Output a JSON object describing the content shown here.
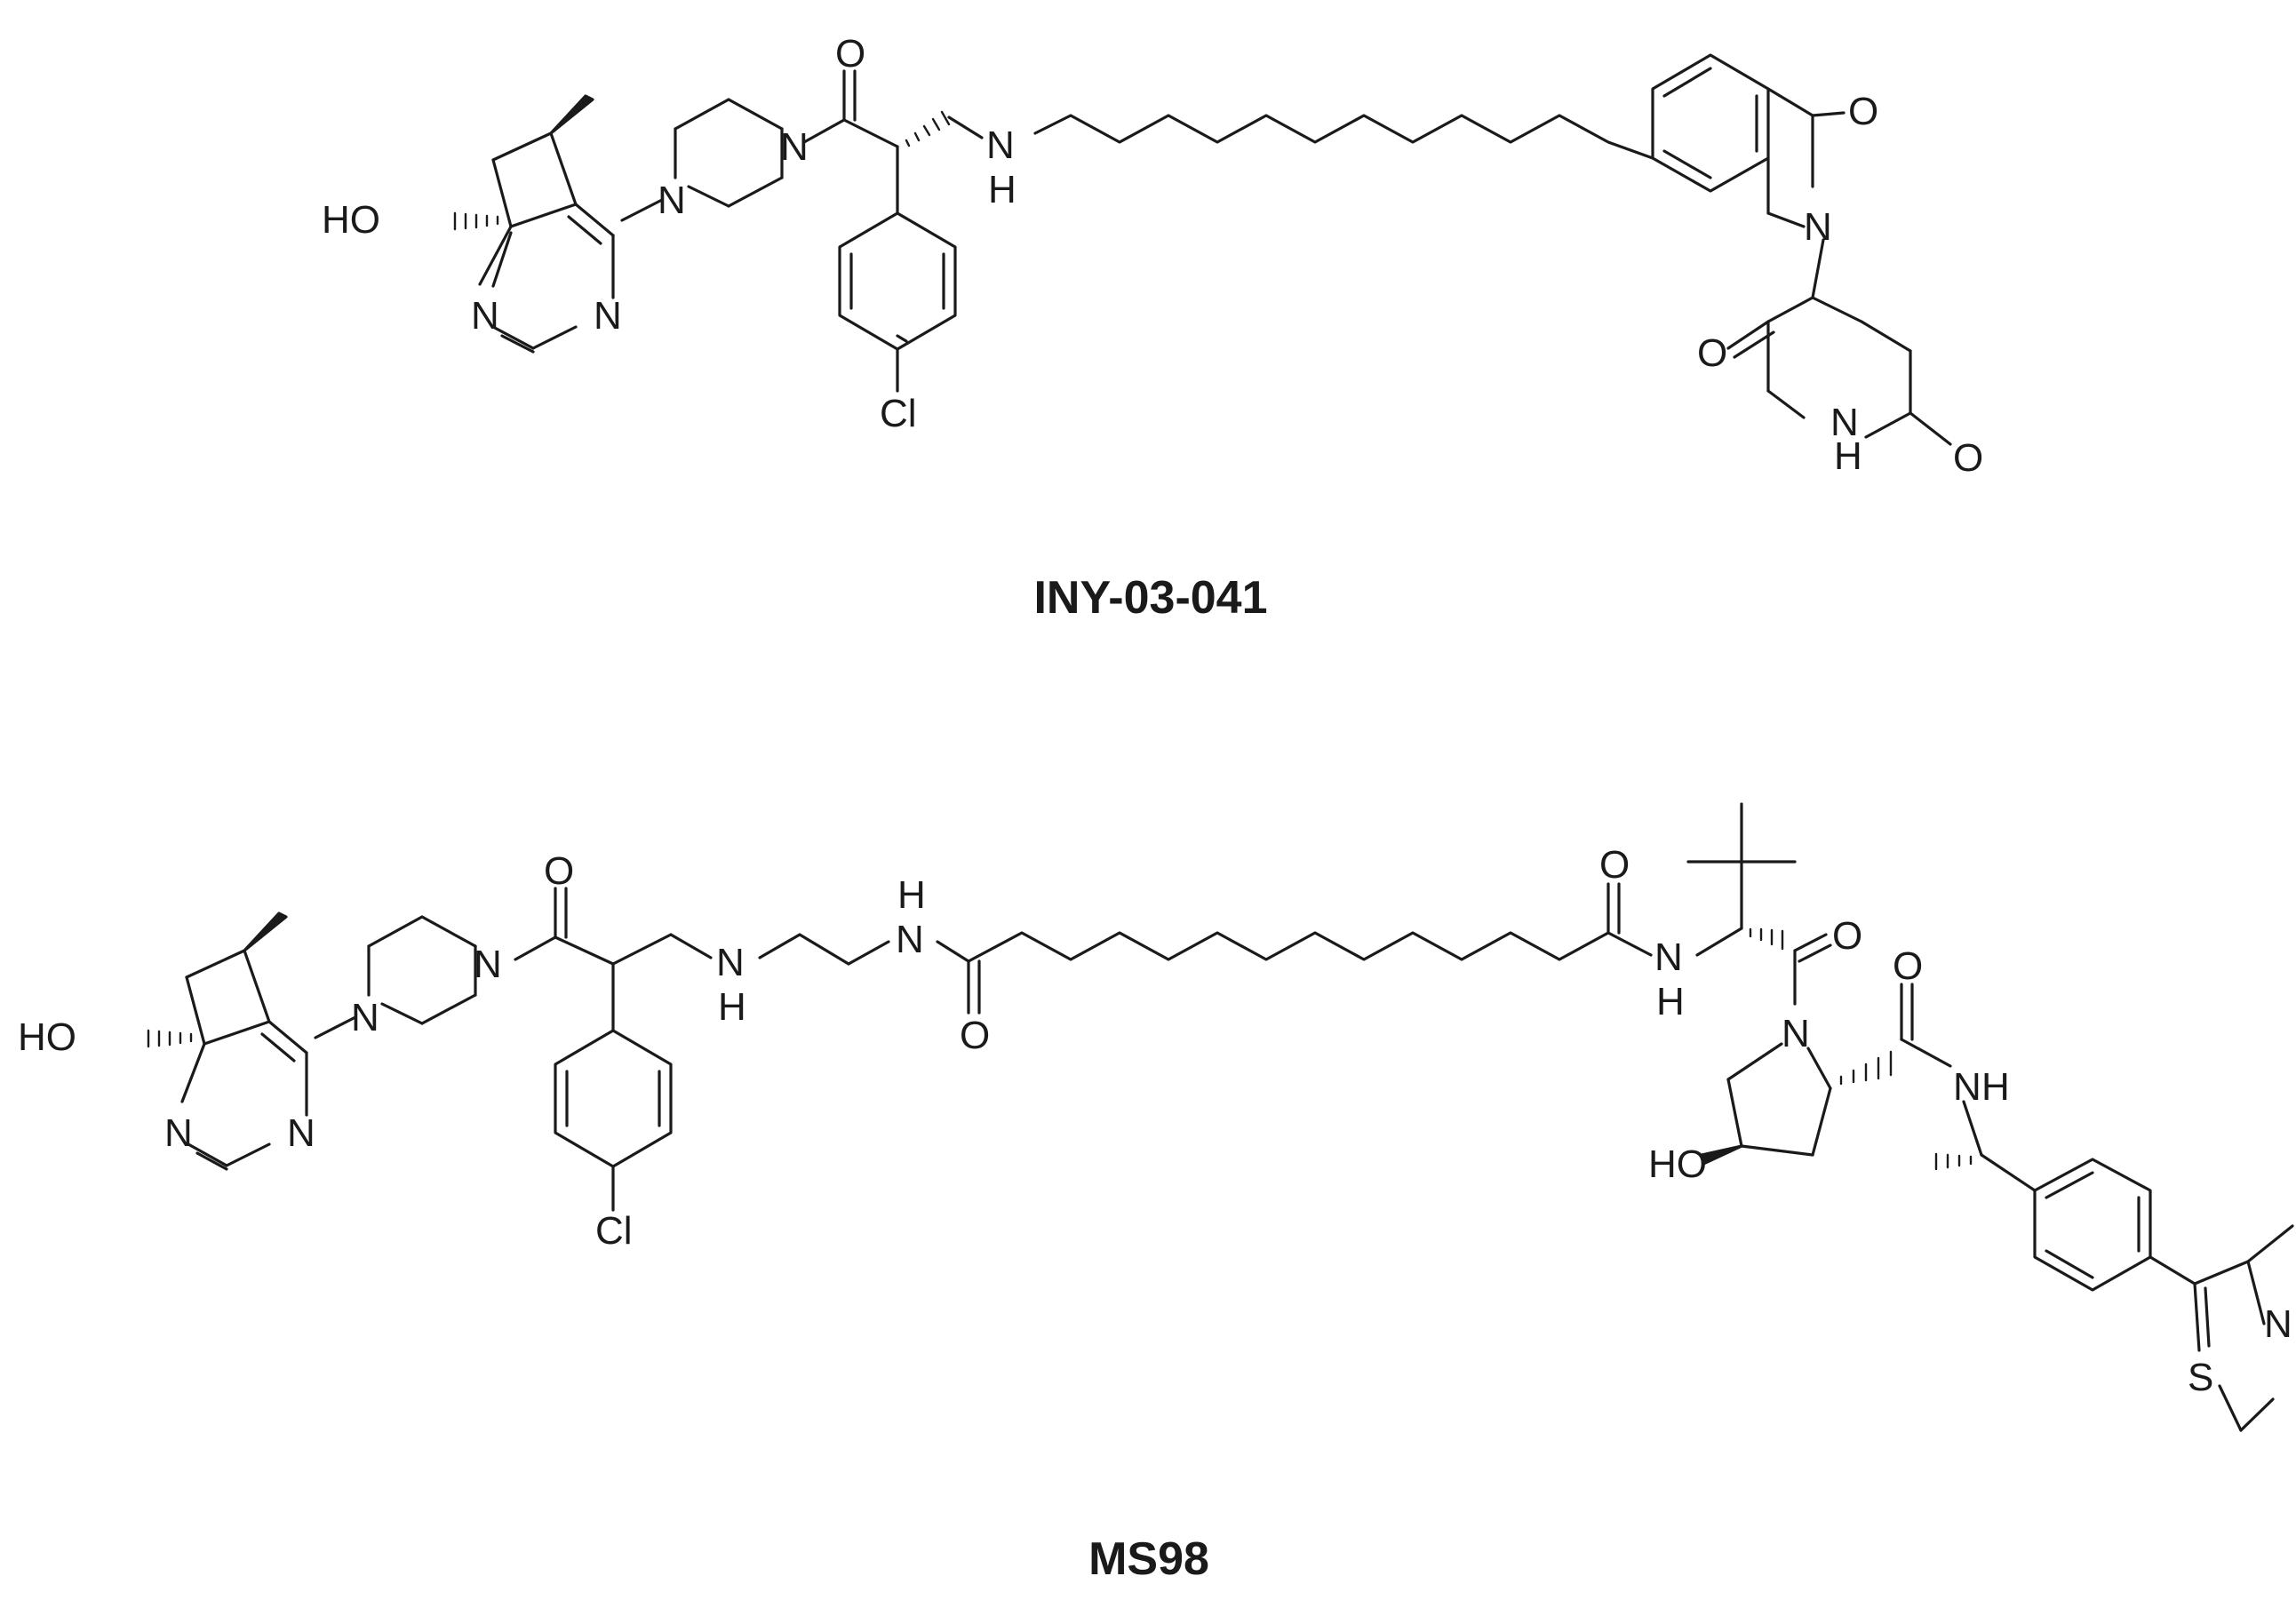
{
  "compounds": [
    {
      "name": "INY-03-041",
      "atom_labels": [
        "HO",
        "N",
        "N",
        "N",
        "N",
        "O",
        "Cl",
        "N",
        "H",
        "O",
        "N",
        "O",
        "N",
        "H",
        "O"
      ]
    },
    {
      "name": "MS98",
      "atom_labels": [
        "HO",
        "N",
        "N",
        "N",
        "N",
        "O",
        "Cl",
        "N",
        "H",
        "H",
        "N",
        "O",
        "O",
        "N",
        "H",
        "O",
        "N",
        "N",
        "H",
        "HO",
        "O",
        "S",
        "N"
      ]
    }
  ],
  "style": {
    "ink": "#1a1a1a",
    "background": "#ffffff"
  }
}
